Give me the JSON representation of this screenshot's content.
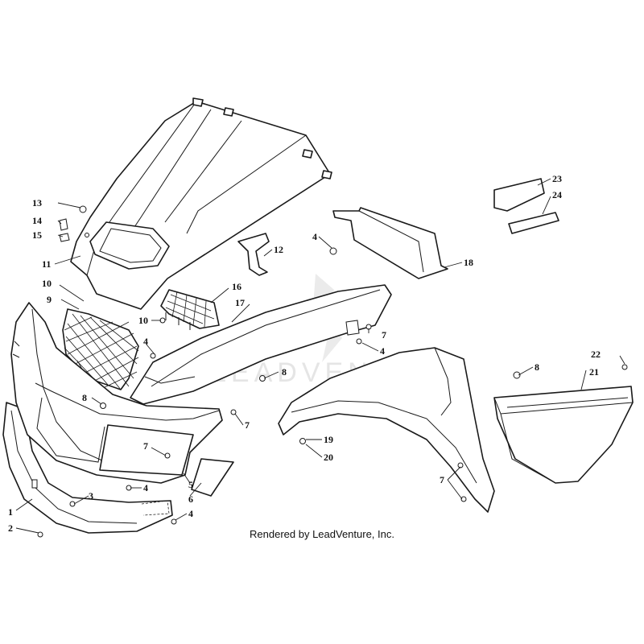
{
  "watermark": "LEADVENTURE",
  "footer": "Rendered by LeadVenture, Inc.",
  "callouts": [
    {
      "id": "c1",
      "label": "1"
    },
    {
      "id": "c2",
      "label": "2"
    },
    {
      "id": "c3",
      "label": "3"
    },
    {
      "id": "c4a",
      "label": "4"
    },
    {
      "id": "c4b",
      "label": "4"
    },
    {
      "id": "c4c",
      "label": "4"
    },
    {
      "id": "c4d",
      "label": "4"
    },
    {
      "id": "c4e",
      "label": "4"
    },
    {
      "id": "c5",
      "label": "5"
    },
    {
      "id": "c6",
      "label": "6"
    },
    {
      "id": "c7a",
      "label": "7"
    },
    {
      "id": "c7b",
      "label": "7"
    },
    {
      "id": "c7c",
      "label": "7"
    },
    {
      "id": "c7d",
      "label": "7"
    },
    {
      "id": "c8a",
      "label": "8"
    },
    {
      "id": "c8b",
      "label": "8"
    },
    {
      "id": "c8c",
      "label": "8"
    },
    {
      "id": "c9",
      "label": "9"
    },
    {
      "id": "c10a",
      "label": "10"
    },
    {
      "id": "c10b",
      "label": "10"
    },
    {
      "id": "c11",
      "label": "11"
    },
    {
      "id": "c12",
      "label": "12"
    },
    {
      "id": "c13",
      "label": "13"
    },
    {
      "id": "c14",
      "label": "14"
    },
    {
      "id": "c15",
      "label": "15"
    },
    {
      "id": "c16",
      "label": "16"
    },
    {
      "id": "c17",
      "label": "17"
    },
    {
      "id": "c18",
      "label": "18"
    },
    {
      "id": "c19",
      "label": "19"
    },
    {
      "id": "c20",
      "label": "20"
    },
    {
      "id": "c21",
      "label": "21"
    },
    {
      "id": "c22",
      "label": "22"
    },
    {
      "id": "c23",
      "label": "23"
    },
    {
      "id": "c24",
      "label": "24"
    }
  ]
}
